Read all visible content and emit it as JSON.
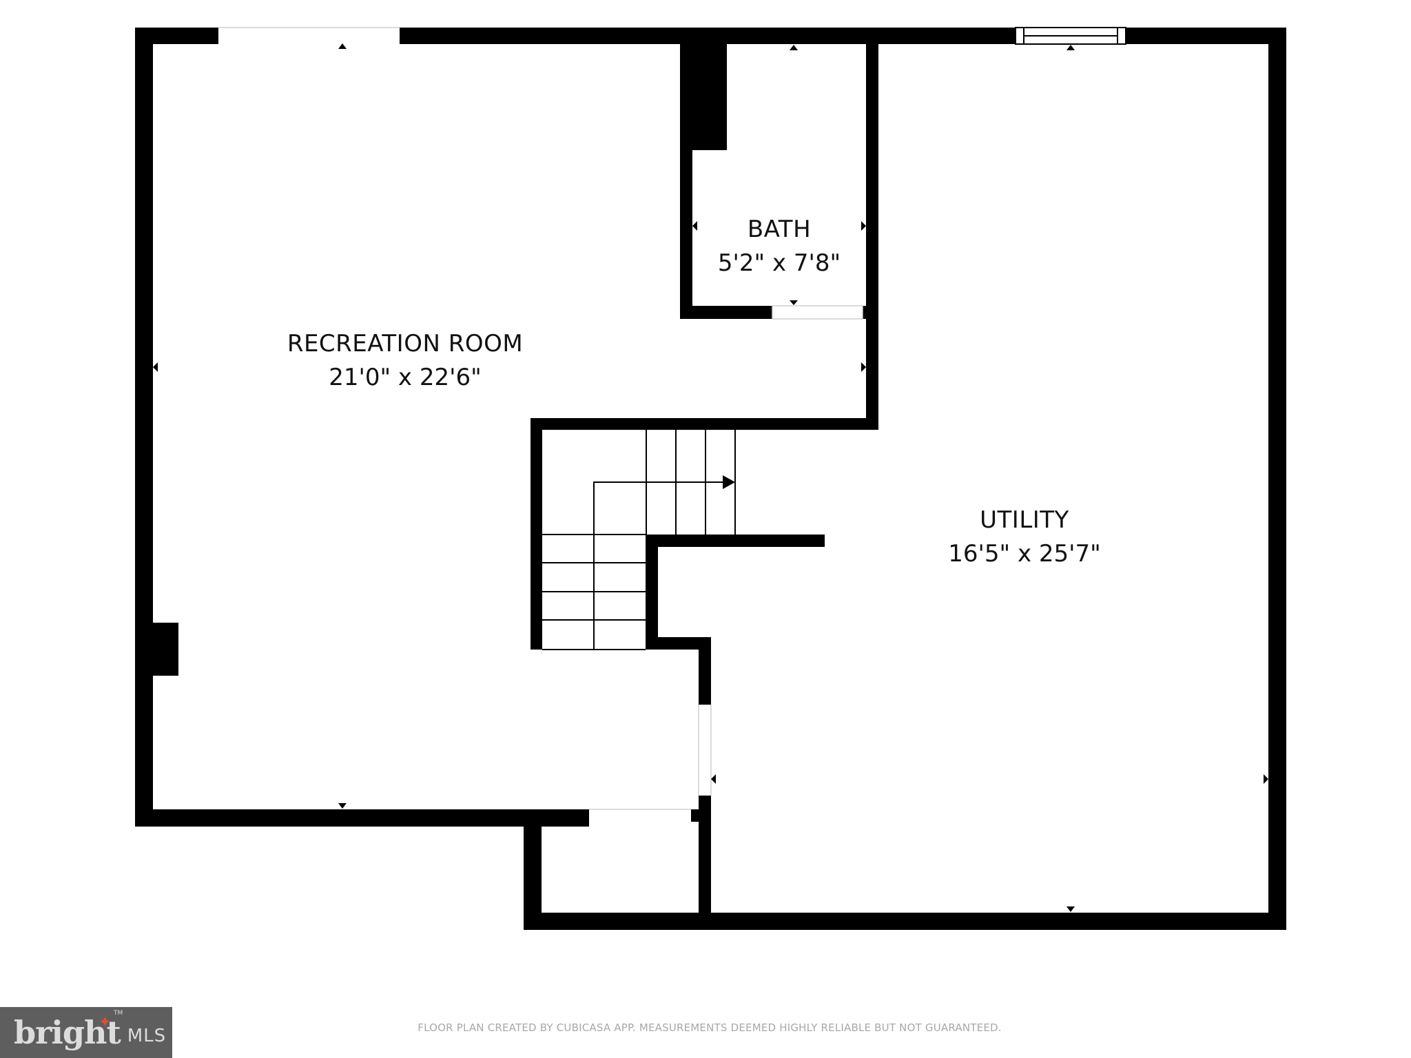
{
  "rooms": [
    {
      "name": "RECREATION ROOM",
      "dimensions": "21'0\" x 22'6\""
    },
    {
      "name": "BATH",
      "dimensions": "5'2\" x 7'8\""
    },
    {
      "name": "UTILITY",
      "dimensions": "16'5\" x 25'7\""
    }
  ],
  "footer": {
    "disclaimer": "FLOOR PLAN CREATED BY CUBICASA APP. MEASUREMENTS DEEMED HIGHLY RELIABLE BUT NOT GUARANTEED."
  },
  "logo": {
    "brand": "bright",
    "suffix": "MLS",
    "trademark": "TM",
    "accent_color": "#e0502a",
    "background_color": "#5e5e5e"
  },
  "colors": {
    "wall": "#000000",
    "background": "#ffffff",
    "label": "#111111",
    "disclaimer": "#a8a8a8"
  },
  "features": {
    "stairs": {
      "direction_arrow": "right-arrow-icon"
    },
    "window": {
      "location": "utility-top-wall"
    }
  }
}
